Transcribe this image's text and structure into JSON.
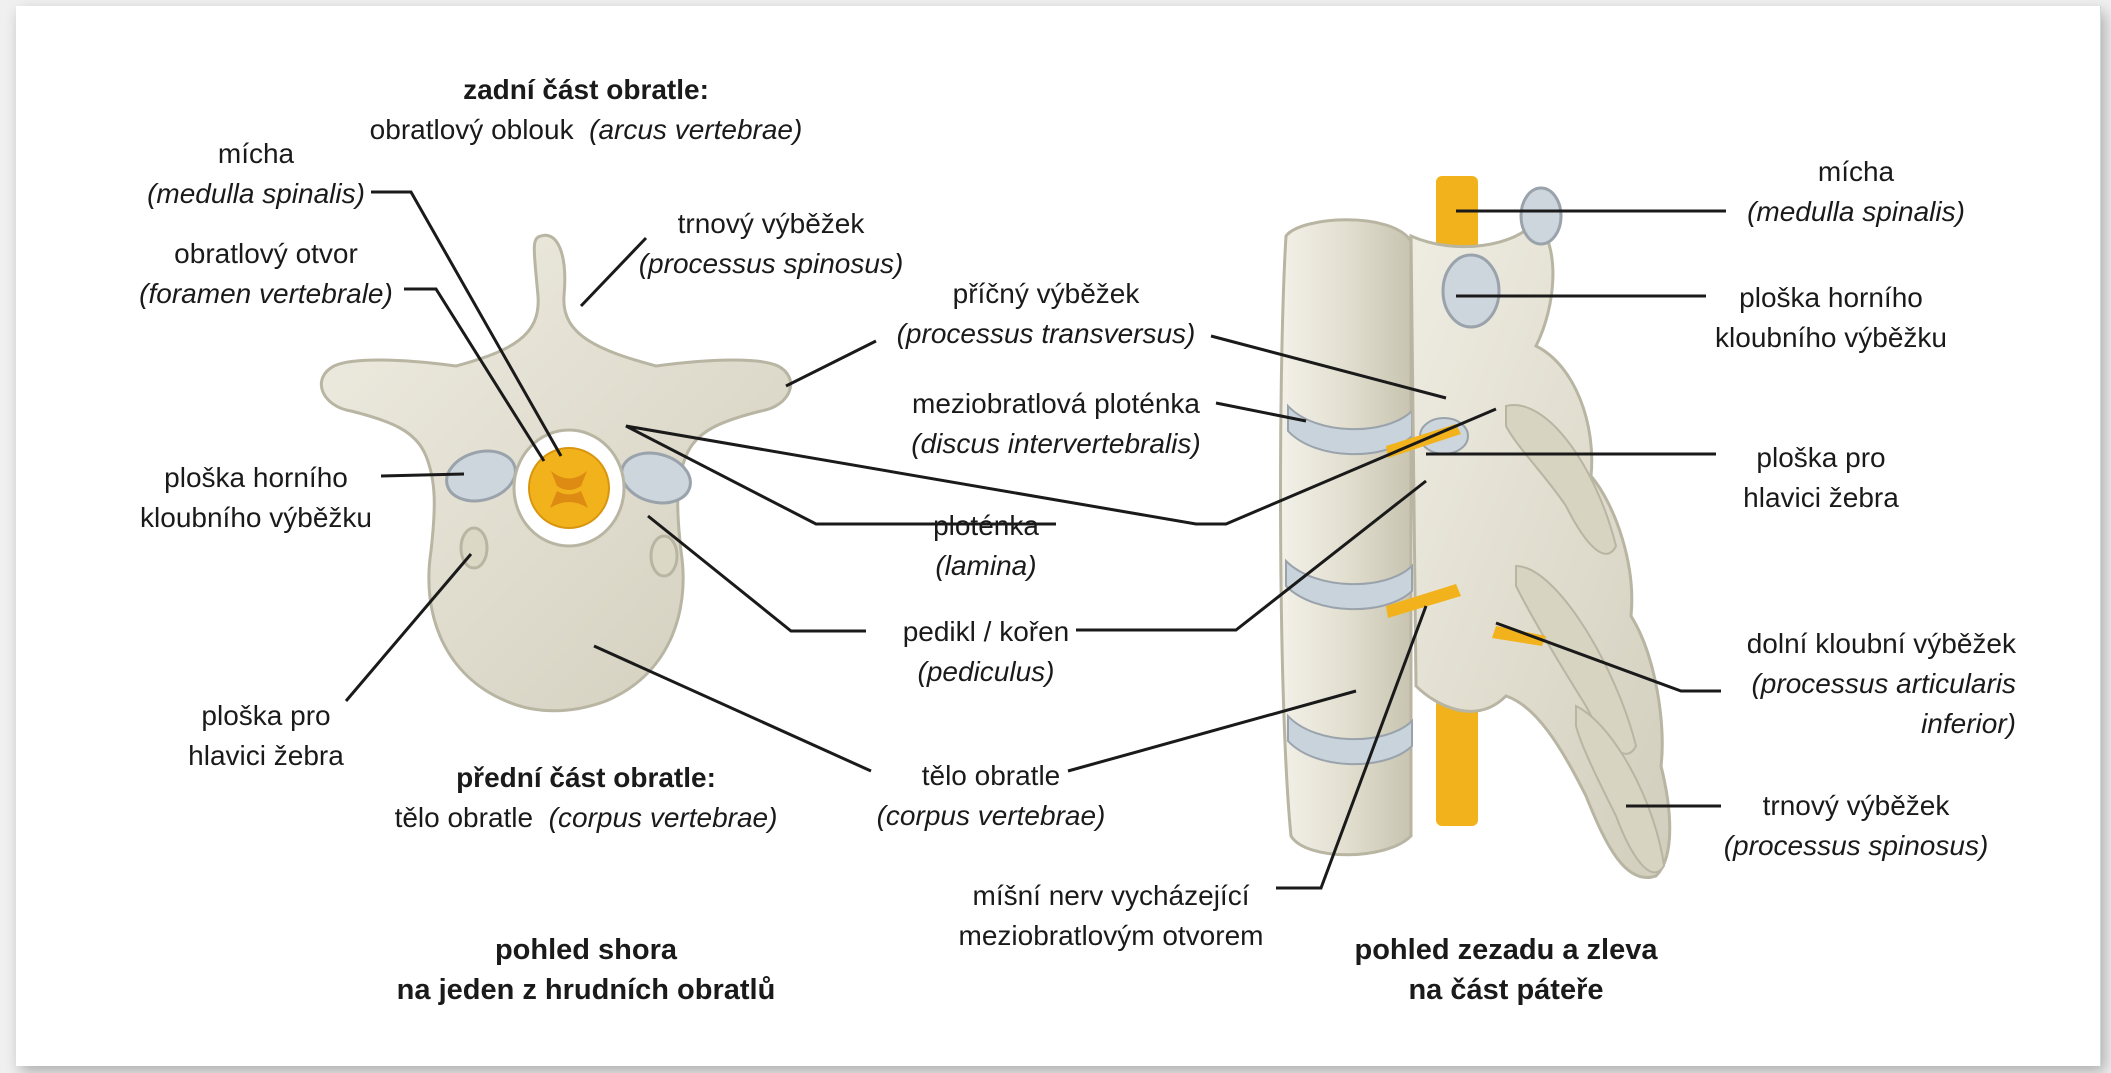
{
  "header": {
    "bold": "zadní část obratle:",
    "text": "obratlový oblouk",
    "latin": "(arcus vertebrae)"
  },
  "footer_left": {
    "bold": "přední část obratle:",
    "text": "tělo obratle",
    "latin": "(corpus vertebrae)"
  },
  "caption_left": {
    "line1": "pohled shora",
    "line2": "na jeden z hrudních obratlů"
  },
  "caption_right": {
    "line1": "pohled zezadu a zleva",
    "line2": "na část páteře"
  },
  "labels": {
    "micha_left": {
      "name": "mícha",
      "latin": "(medulla spinalis)"
    },
    "otvor": {
      "name": "obratlový otvor",
      "latin": "(foramen vertebrale)"
    },
    "trnovy_top": {
      "name": "trnový výběžek",
      "latin": "(processus spinosus)"
    },
    "ploska_horniho_left": {
      "line1": "ploška horního",
      "line2": "kloubního výběžku"
    },
    "ploska_pro_left": {
      "line1": "ploška pro",
      "line2": "hlavici žebra"
    },
    "pricny": {
      "name": "příčný výběžek",
      "latin": "(processus transversus)"
    },
    "meziobratlova": {
      "name": "meziobratlová ploténka",
      "latin": "(discus intervertebralis)"
    },
    "lamina": {
      "name": "ploténka",
      "latin": "(lamina)"
    },
    "pedikl": {
      "name": "pedikl / kořen",
      "latin": "(pediculus)"
    },
    "telo": {
      "name": "tělo obratle",
      "latin": "(corpus vertebrae)"
    },
    "nerv": {
      "line1": "míšní nerv vycházející",
      "line2": "meziobratlovým otvorem"
    },
    "micha_right": {
      "name": "mícha",
      "latin": "(medulla spinalis)"
    },
    "ploska_horniho_right": {
      "line1": "ploška horního",
      "line2": "kloubního výběžku"
    },
    "ploska_pro_right": {
      "line1": "ploška pro",
      "line2": "hlavici žebra"
    },
    "dolni": {
      "name": "dolní kloubní výběžek",
      "latin1": "(processus articularis",
      "latin2": "inferior)"
    },
    "trnovy_right": {
      "name": "trnový výběžek",
      "latin": "(processus spinosus)"
    }
  },
  "colors": {
    "bone": "#e4e1d3",
    "bone_outline": "#b9b5a3",
    "cartilage": "#c9d3dc",
    "spinal_cord": "#f2b21b",
    "leader_line": "#1a1a1a"
  }
}
